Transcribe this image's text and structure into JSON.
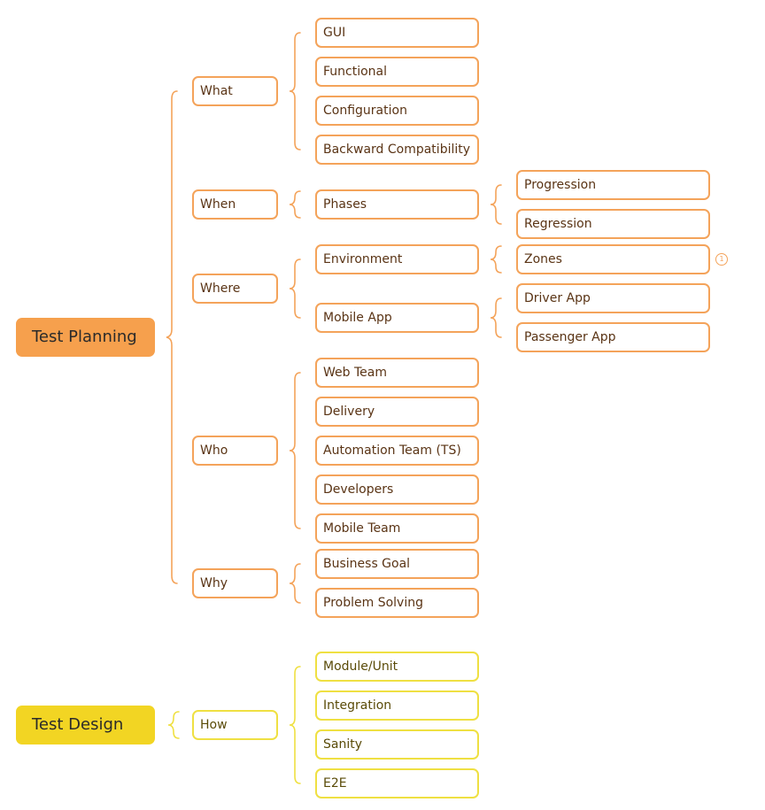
{
  "roots": [
    {
      "label": "Test Planning",
      "color": "#f6a04d"
    },
    {
      "label": "Test Design",
      "color": "#f2d523"
    }
  ],
  "what": {
    "label": "What",
    "children": [
      "GUI",
      "Functional",
      "Configuration",
      "Backward Compatibility"
    ]
  },
  "when": {
    "label": "When",
    "child": "Phases",
    "grandchildren": [
      "Progression",
      "Regression"
    ]
  },
  "where": {
    "label": "Where",
    "environment": {
      "label": "Environment",
      "children": [
        "Zones"
      ],
      "marker": "1"
    },
    "mobile": {
      "label": "Mobile App",
      "children": [
        "Driver App",
        "Passenger App"
      ]
    }
  },
  "who": {
    "label": "Who",
    "children": [
      "Web Team",
      "Delivery",
      "Automation Team (TS)",
      "Developers",
      "Mobile Team"
    ]
  },
  "why": {
    "label": "Why",
    "children": [
      "Business Goal",
      "Problem Solving"
    ]
  },
  "how": {
    "label": "How",
    "children": [
      "Module/Unit",
      "Integration",
      "Sanity",
      "E2E"
    ]
  },
  "colors": {
    "planning_stroke": "#f4a35a",
    "design_stroke": "#efe042",
    "text": "#5a3415"
  }
}
